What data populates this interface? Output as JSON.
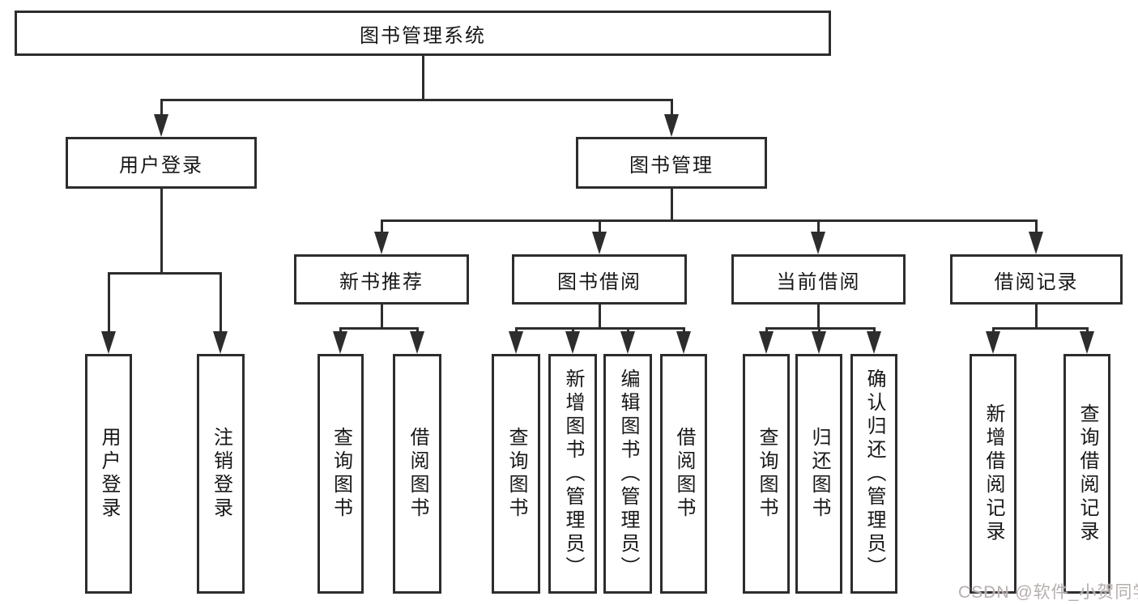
{
  "diagram": {
    "title": "图书管理系统",
    "root": {
      "label": "图书管理系统"
    },
    "level2": [
      {
        "label": "用户登录"
      },
      {
        "label": "图书管理"
      }
    ],
    "level3": [
      {
        "label": "新书推荐"
      },
      {
        "label": "图书借阅"
      },
      {
        "label": "当前借阅"
      },
      {
        "label": "借阅记录"
      }
    ],
    "leaves": {
      "user": [
        "用户登录",
        "注销登录"
      ],
      "newbook": [
        "查询图书",
        "借阅图书"
      ],
      "borrow": [
        "查询图书",
        "新增图书（管理员）",
        "编辑图书（管理员）",
        "借阅图书"
      ],
      "current": [
        "查询图书",
        "归还图书",
        "确认归还（管理员）"
      ],
      "records": [
        "新增借阅记录",
        "查询借阅记录"
      ]
    }
  },
  "watermark": {
    "text": "CSDN @软件_小贺同学"
  },
  "colors": {
    "border": "#2d2d2d",
    "line": "#2d2d2d",
    "text": "#171717",
    "background": "#ffffff",
    "watermark": "#b7aeae"
  }
}
